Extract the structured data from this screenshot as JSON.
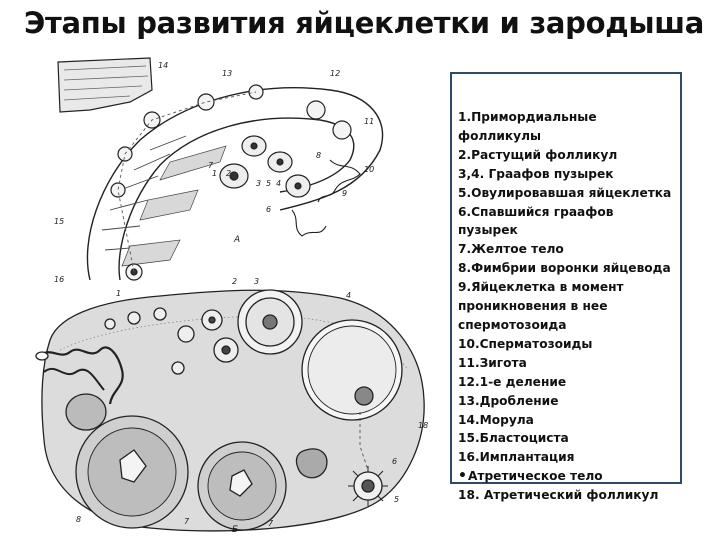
{
  "title": "Этапы развития яйцеклетки и зародыша",
  "legend": [
    {
      "text": "1.Примордиальные фолликулы",
      "bullet": false
    },
    {
      "text": "2.Растущий фолликул",
      "bullet": false
    },
    {
      "text": "3,4. Граафов пузырек",
      "bullet": false
    },
    {
      "text": "5.Овулировавшая яйцеклетка",
      "bullet": false
    },
    {
      "text": "6.Спавшийся граафов пузырек",
      "bullet": false
    },
    {
      "text": "7.Желтое тело",
      "bullet": false
    },
    {
      "text": "8.Фимбрии воронки яйцевода",
      "bullet": false
    },
    {
      "text": "9.Яйцеклетка в момент",
      "bullet": false
    },
    {
      "text": "проникновения в нее",
      "bullet": false
    },
    {
      "text": "спермотозоида",
      "bullet": false
    },
    {
      "text": "10.Сперматозоиды",
      "bullet": false
    },
    {
      "text": "11.Зигота",
      "bullet": false
    },
    {
      "text": "12.1-е деление",
      "bullet": false
    },
    {
      "text": "13.Дробление",
      "bullet": false
    },
    {
      "text": "14.Морула",
      "bullet": false
    },
    {
      "text": "15.Бластоциста",
      "bullet": false
    },
    {
      "text": "16.Имплантация",
      "bullet": false
    },
    {
      "text": "Атретическое тело",
      "bullet": true
    },
    {
      "text": "18. Атретический фолликул",
      "bullet": false
    }
  ],
  "figure": {
    "panel_a_label": "А",
    "panel_b_label": "Б",
    "top_numbers": [
      "14",
      "13",
      "12",
      "11",
      "10",
      "9",
      "8",
      "7",
      "1",
      "2",
      "3",
      "5",
      "4",
      "6",
      "15",
      "16"
    ],
    "bottom_numbers": [
      "1",
      "2",
      "3",
      "4",
      "18",
      "6",
      "5",
      "7",
      "7",
      "8"
    ]
  }
}
